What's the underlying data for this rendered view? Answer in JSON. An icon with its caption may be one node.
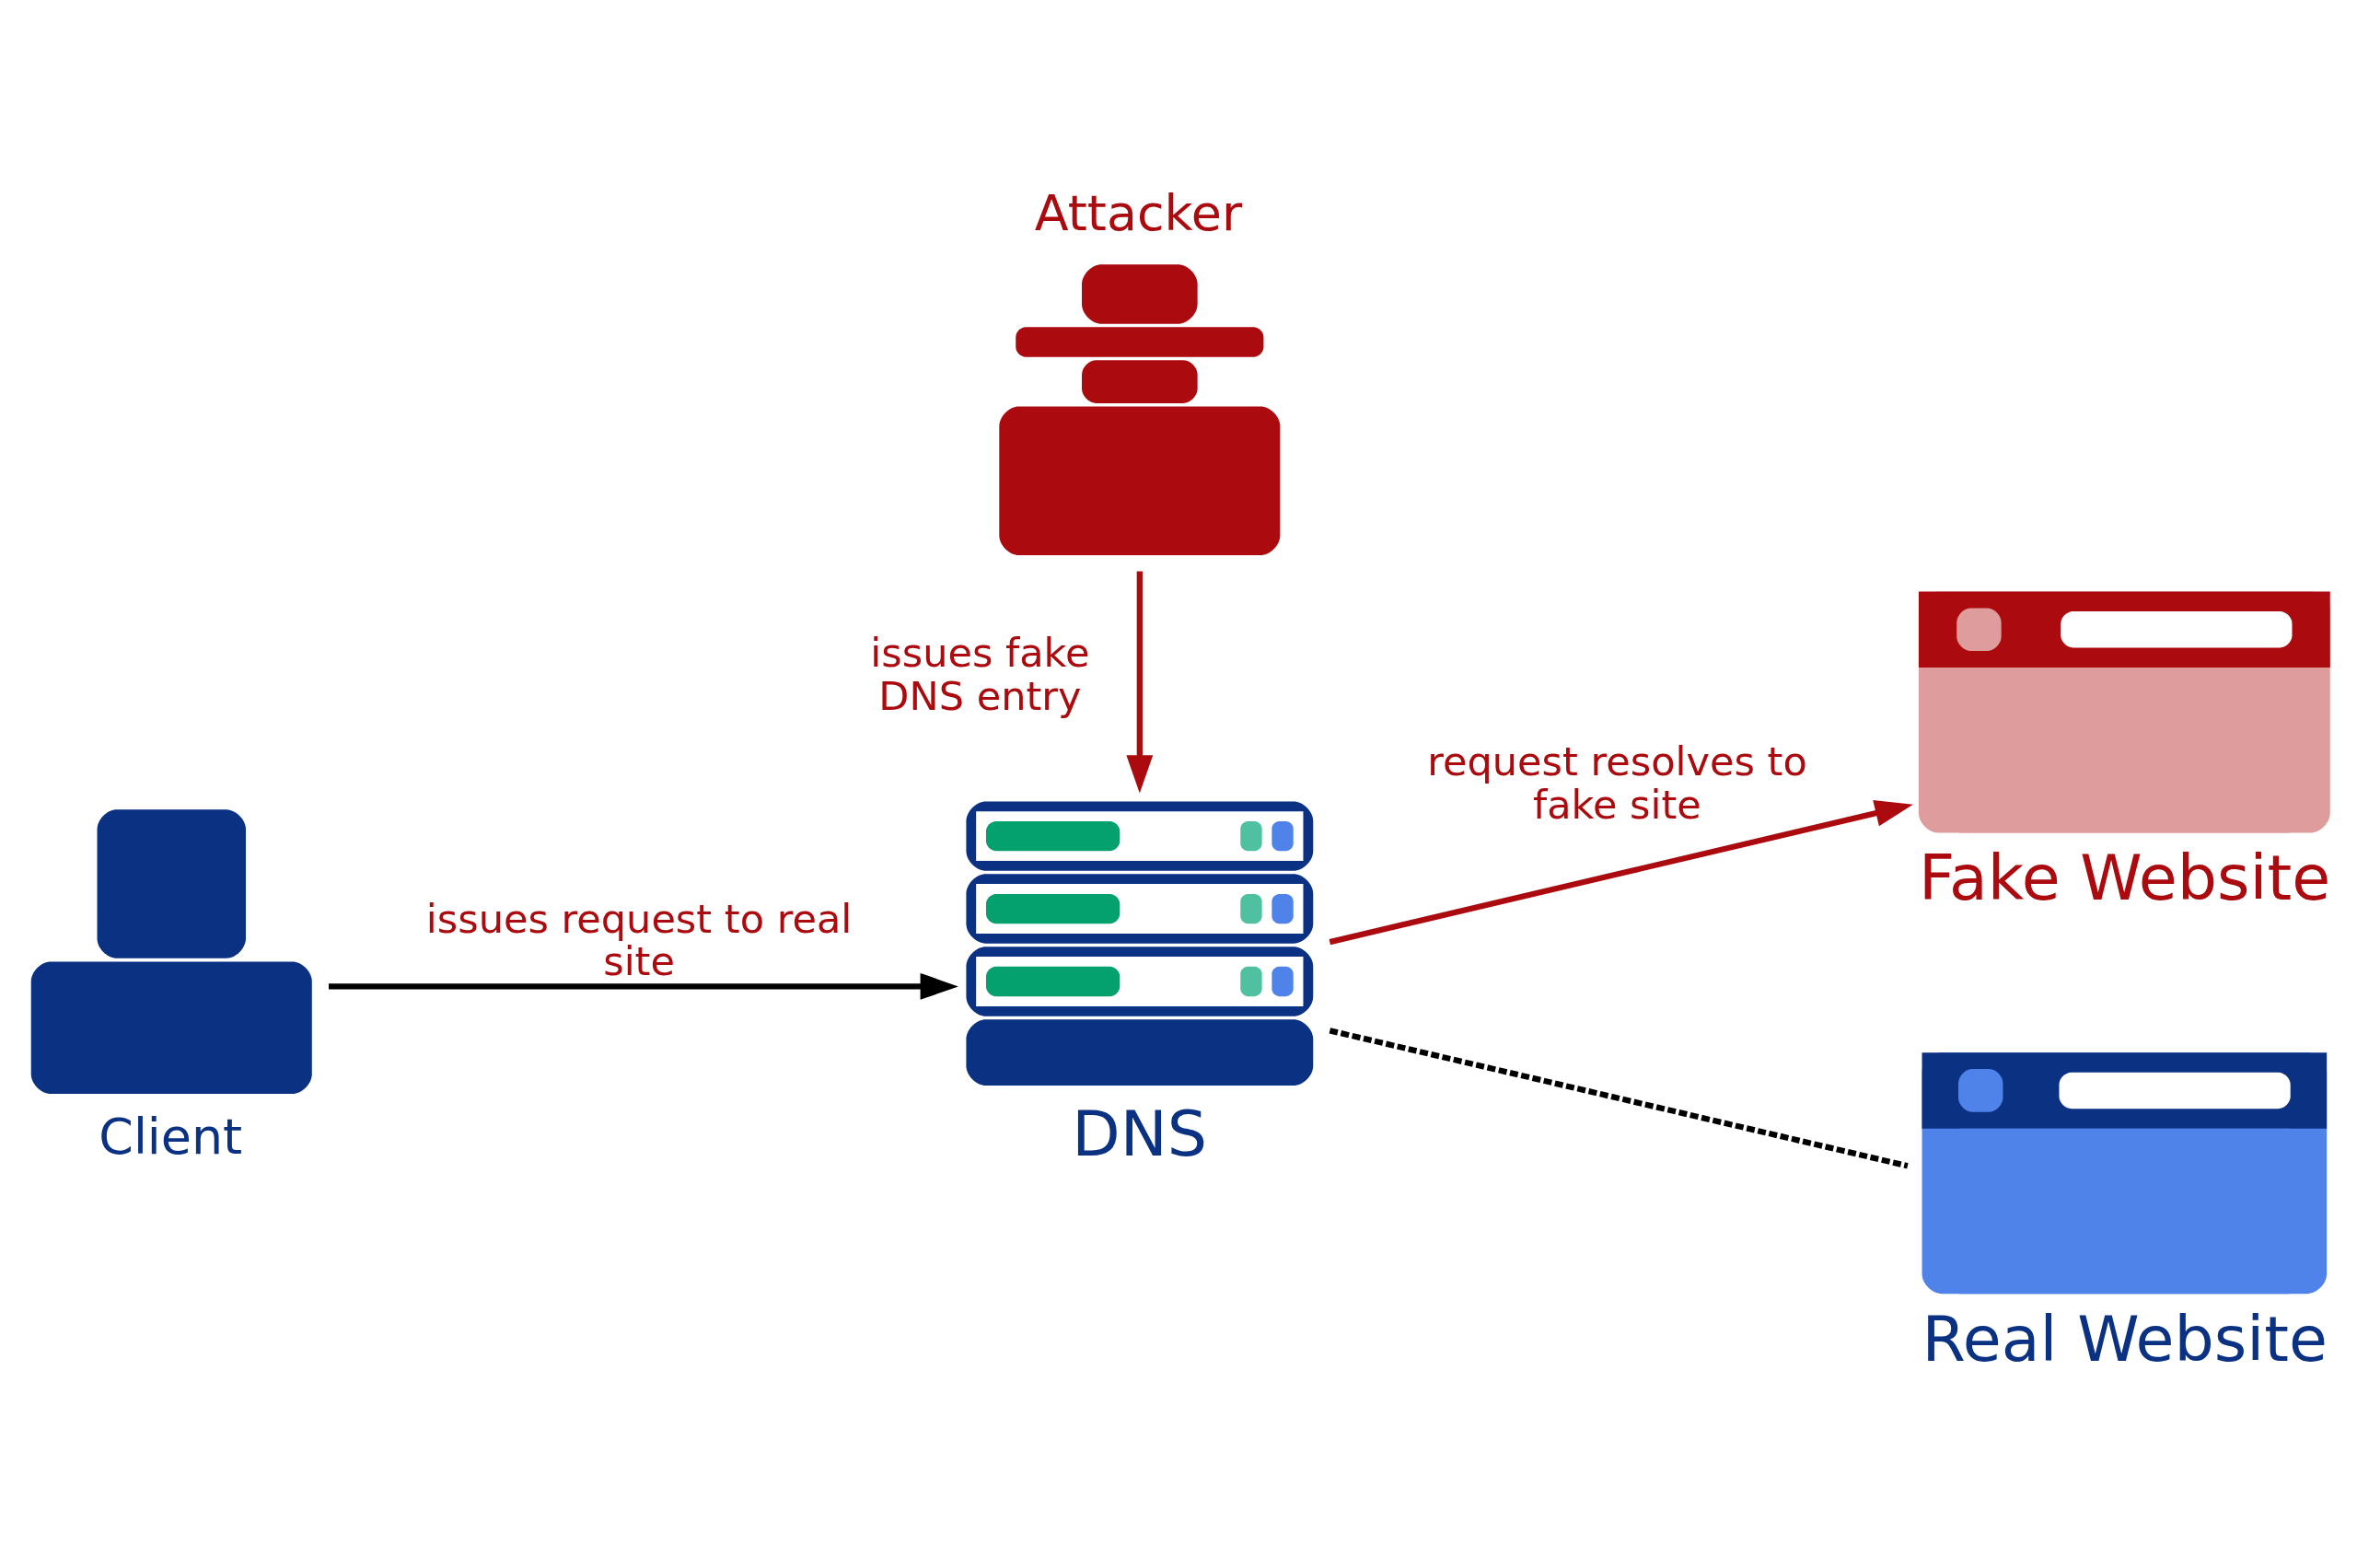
{
  "diagram": {
    "nodes": [
      {
        "text": [
          "Attacker"
        ]
      },
      {
        "text": [
          "Client"
        ]
      },
      {
        "text": [
          "DNS"
        ]
      },
      {
        "text": [
          "Fake Website"
        ]
      },
      {
        "text": [
          "Real Website"
        ]
      }
    ],
    "edges": [
      {
        "from": 1,
        "to": 2,
        "arrow": "to",
        "label": "issues request to real site"
      },
      {
        "from": 0,
        "to": 2,
        "arrow": "to",
        "label": "issues fake DNS entry",
        "color": "#ab0a0e"
      },
      {
        "from": 2,
        "to": 3,
        "arrow": "to",
        "label": "request resolves to fake site",
        "color": "#ab0a0e"
      },
      {
        "from": 2,
        "to": 4,
        "arrow": "none",
        "style": "dashed"
      }
    ]
  }
}
